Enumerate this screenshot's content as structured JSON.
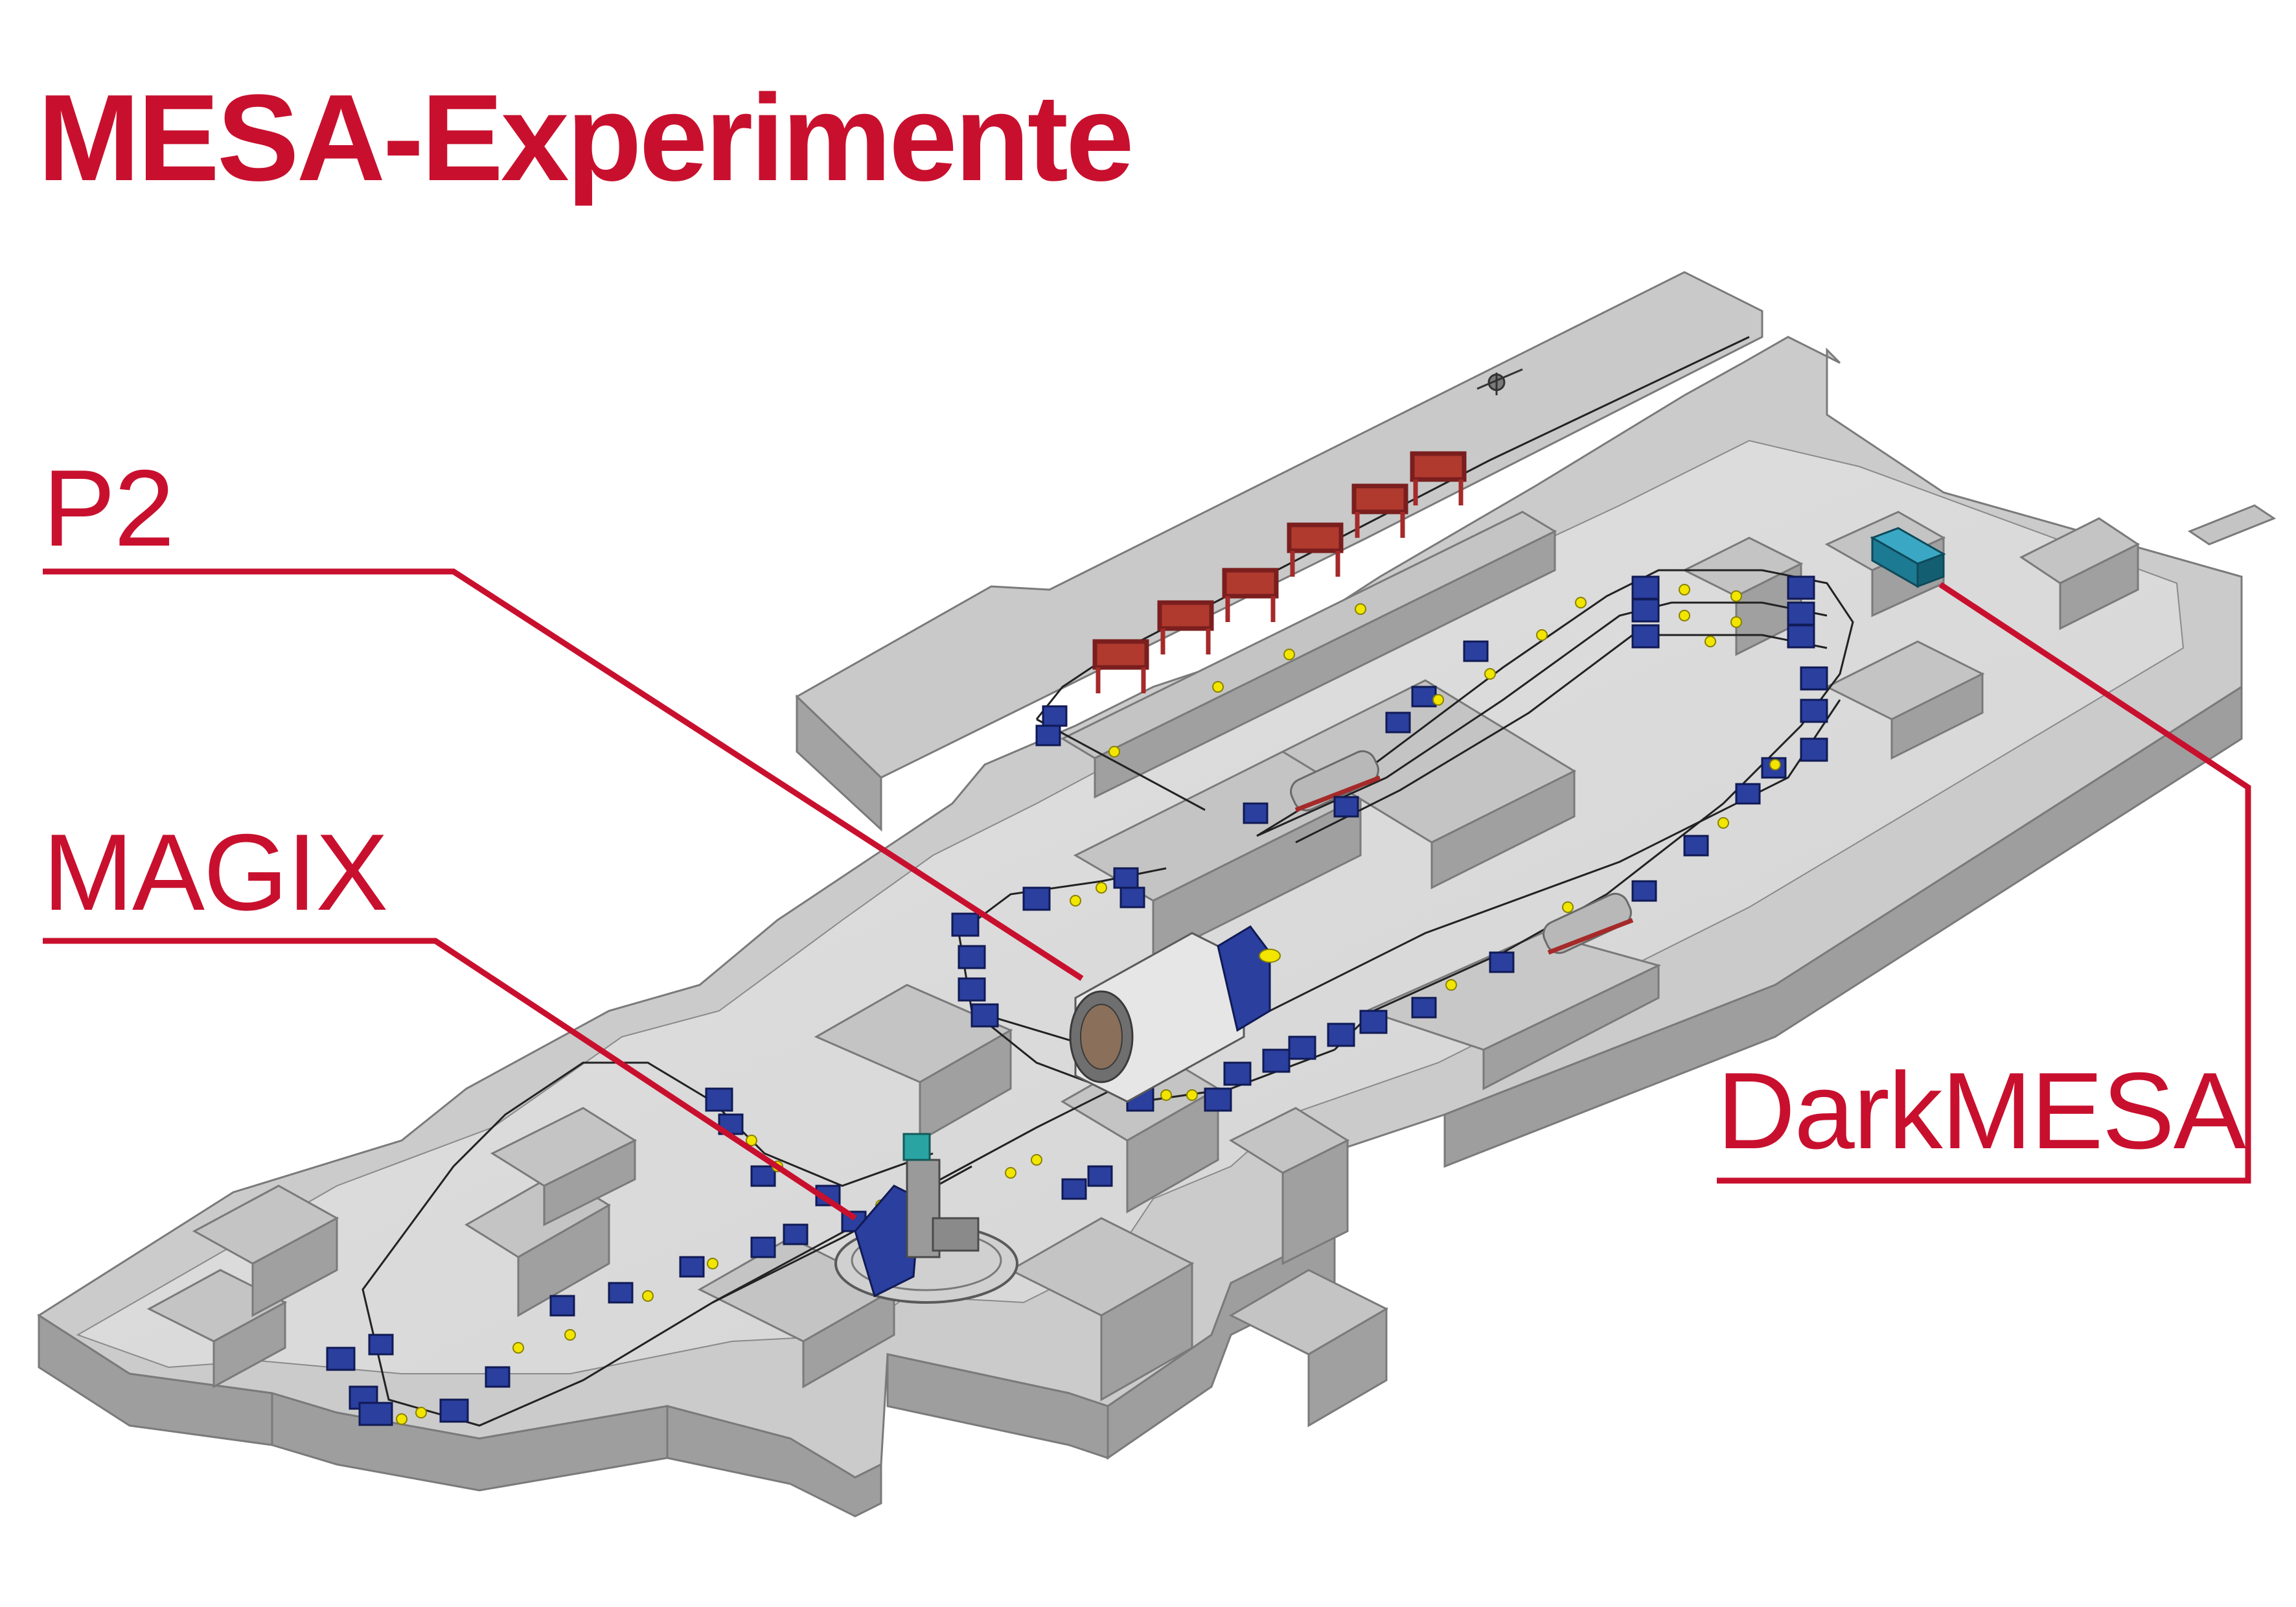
{
  "title": "MESA-Experimente",
  "experiments": {
    "p2": "P2",
    "magix": "MAGIX",
    "darkmesa": "DarkMESA"
  },
  "colors": {
    "accent": "#c8102e",
    "floor": "#d9d9d9",
    "wall_top": "#c7c7c7",
    "wall_side": "#9b9b9b",
    "magnet": "#2a3f9e",
    "magnet_red": "#b01c1c",
    "beamline_marker": "#f2e600",
    "cavity_frame": "#a52a2a",
    "darkmesa_dump": "#1c7a93",
    "magix_target": "#2aa3a3"
  },
  "icons": {
    "facility": "accelerator-hall-3d",
    "dipole": "dipole-magnet-icon",
    "cavity": "accelerator-cavity-icon"
  }
}
